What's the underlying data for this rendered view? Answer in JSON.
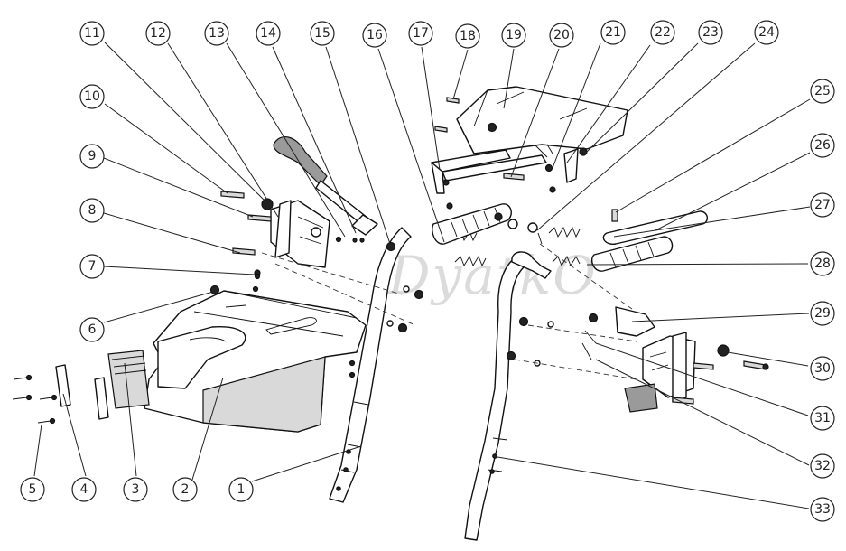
{
  "watermark": "DyatkO",
  "callouts": [
    "1",
    "2",
    "3",
    "4",
    "5",
    "6",
    "7",
    "8",
    "9",
    "10",
    "11",
    "12",
    "13",
    "14",
    "15",
    "16",
    "17",
    "18",
    "19",
    "20",
    "21",
    "22",
    "23",
    "24",
    "25",
    "26",
    "27",
    "28",
    "29",
    "30",
    "31",
    "32",
    "33"
  ]
}
